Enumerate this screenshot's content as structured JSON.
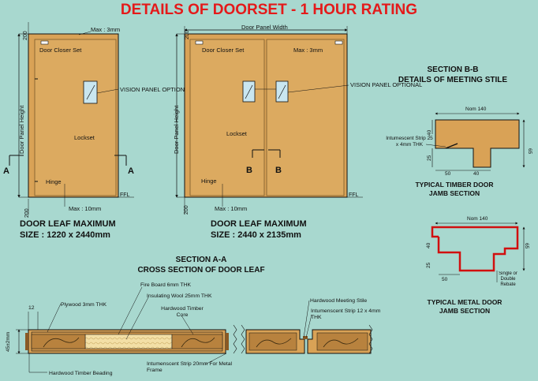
{
  "title": "DETAILS OF DOORSET - 1 HOUR RATING",
  "colors": {
    "background": "#a8d8cf",
    "door": "#d9a256",
    "title": "#e41a1a",
    "metal_frame": "#d10f0f",
    "line": "#111111"
  },
  "single_door": {
    "dim_top": "Max : 3mm",
    "dim_bottom": "Max : 10mm",
    "dim_200_top": "200",
    "dim_200_bottom": "200",
    "side_label": "Door Panel Height",
    "closer": "Door Closer Set",
    "vision": "VISION PANEL OPTIONAL",
    "lockset": "Lockset",
    "hinge": "Hinge",
    "ffl": "FFL",
    "section_mark": "A",
    "caption_line1": "DOOR LEAF MAXIMUM",
    "caption_line2": "SIZE : 1220 x 2440mm"
  },
  "double_door": {
    "dim_width": "Door Panel Width",
    "dim_top": "Max : 3mm",
    "dim_bottom": "Max : 10mm",
    "dim_200_top": "200",
    "dim_200_bottom": "200",
    "side_label": "Door Panel Height",
    "closer": "Door Closer Set",
    "vision": "VISION PANEL OPTIONAL",
    "lockset": "Lockset",
    "hinge": "Hinge",
    "ffl": "FFL",
    "section_mark": "B",
    "caption_line1": "DOOR LEAF MAXIMUM",
    "caption_line2": "SIZE : 2440 x 2135mm"
  },
  "section_bb": {
    "title_line1": "SECTION B-B",
    "title_line2": "DETAILS OF MEETING STILE",
    "nom": "Nom 140",
    "d40": "40",
    "d25": "25",
    "d65": "65",
    "d50": "50",
    "d40b": "40",
    "strip": "Intumescent Strip 25 x 4mm THK",
    "caption_line1": "TYPICAL TIMBER DOOR",
    "caption_line2": "JAMB SECTION"
  },
  "metal_jamb": {
    "nom": "Nom 140",
    "d40": "40",
    "d25": "25",
    "d65": "65",
    "d50": "50",
    "rebate": "Single or Double Rebate",
    "caption_line1": "TYPICAL METAL DOOR",
    "caption_line2": "JAMB SECTION"
  },
  "section_aa": {
    "title_line1": "SECTION A-A",
    "title_line2": "CROSS SECTION OF DOOR LEAF",
    "fireboard": "Fire Board 6mm THK",
    "wool": "Insulating Wool 25mm THK",
    "plywood": "Plywood 3mm THK",
    "core": "Hardwood Timber Core",
    "d12": "12",
    "thickness": "45±2mm",
    "beading": "Hardwood Timber Beading",
    "strip": "Intumenscent Strip 20mm For Metal Frame",
    "meeting": "Hardwood Meeting Stile",
    "strip2": "Intumenscent Strip 12 x 4mm THK"
  }
}
